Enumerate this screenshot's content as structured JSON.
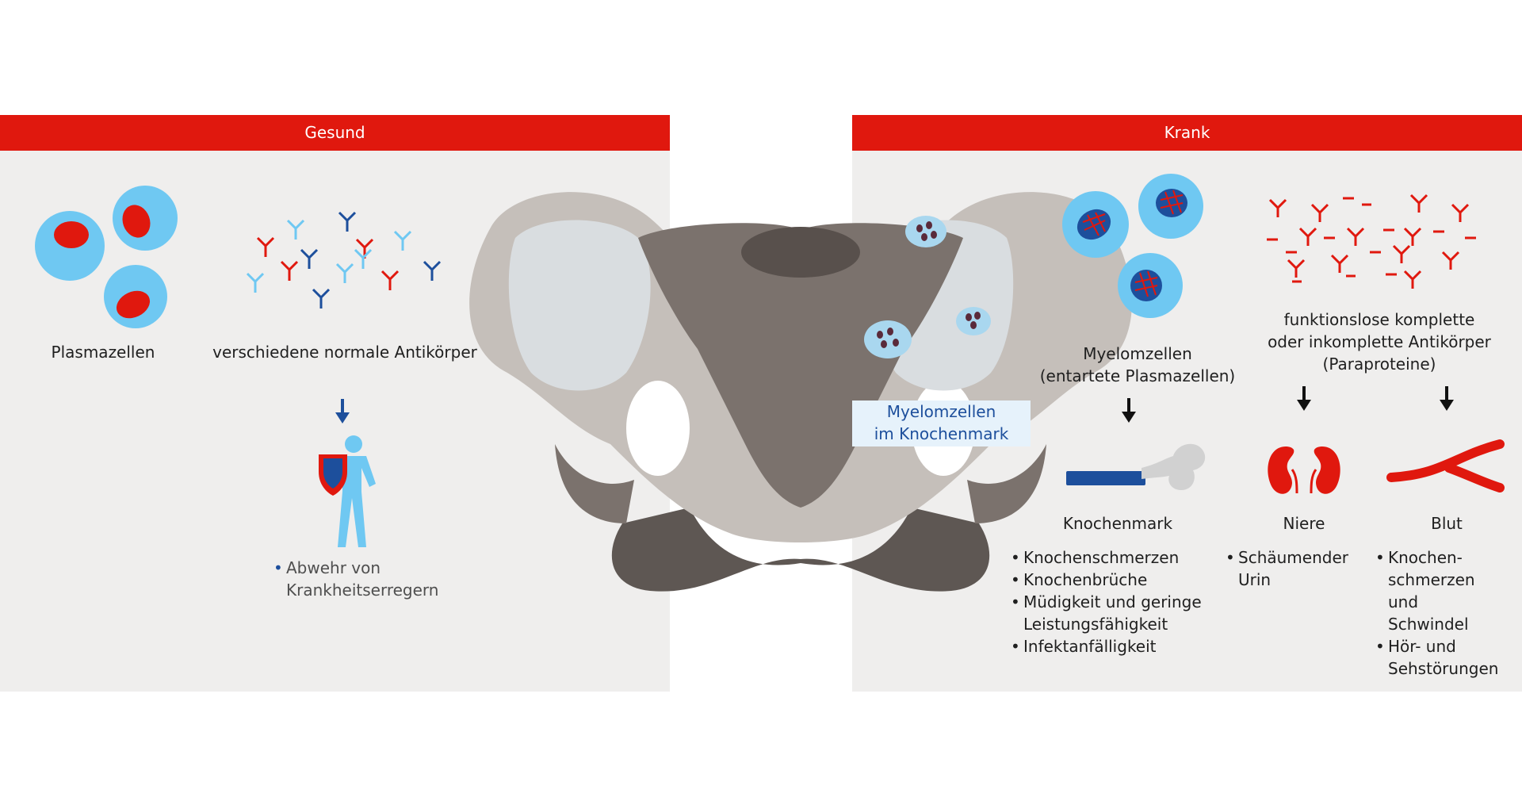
{
  "colors": {
    "brand_red": "#e0180e",
    "panel_bg": "#efeeed",
    "cell_blue": "#6fc8f2",
    "antibody_dark": "#1d4f9c",
    "antibody_light": "#6fc8f2",
    "bone_dark": "#7b726d",
    "bone_light": "#c5bfba"
  },
  "left_panel": {
    "header": "Gesund",
    "plasma_cells_label": "Plasmazellen",
    "antibodies_label": "verschiedene normale Antikörper",
    "effects": [
      "Abwehr von Krankheitserregern"
    ]
  },
  "center": {
    "callout_line1": "Myelomzellen",
    "callout_line2": "im Knochenmark"
  },
  "right_panel": {
    "header": "Krank",
    "myeloma_label_line1": "Myelomzellen",
    "myeloma_label_line2": "(entartete Plasmazellen)",
    "paraprotein_label_line1": "funktionslose komplette",
    "paraprotein_label_line2": "oder inkomplette Antikörper",
    "paraprotein_label_line3": "(Paraproteine)",
    "bone_marrow": {
      "title": "Knochenmark",
      "effects": [
        "Knochenschmerzen",
        "Knochenbrüche",
        "Müdigkeit und geringe Leistungsfähigkeit",
        "Infektanfälligkeit"
      ]
    },
    "kidney": {
      "title": "Niere",
      "effects": [
        "Schäumender Urin"
      ]
    },
    "blood": {
      "title": "Blut",
      "effects": [
        "Knochen-schmerzen und Schwindel",
        "Hör- und Sehstörungen"
      ]
    }
  }
}
